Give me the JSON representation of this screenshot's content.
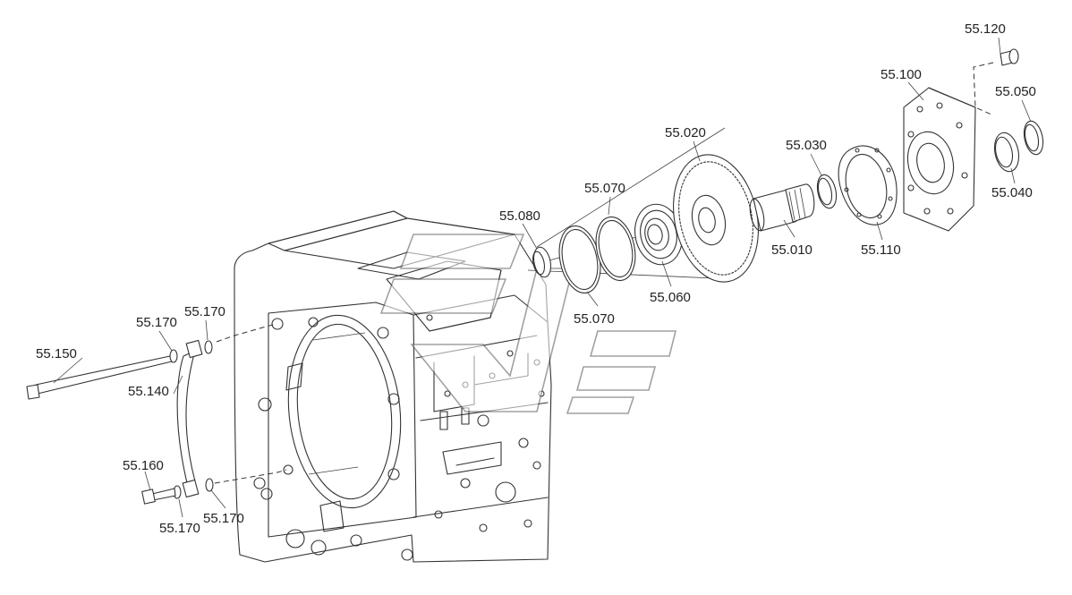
{
  "labels": {
    "l55_120": "55.120",
    "l55_100": "55.100",
    "l55_050": "55.050",
    "l55_020": "55.020",
    "l55_030": "55.030",
    "l55_070a": "55.070",
    "l55_080": "55.080",
    "l55_010": "55.010",
    "l55_110": "55.110",
    "l55_040": "55.040",
    "l55_060": "55.060",
    "l55_070b": "55.070",
    "l55_170a": "55.170",
    "l55_170b": "55.170",
    "l55_150": "55.150",
    "l55_140": "55.140",
    "l55_160": "55.160",
    "l55_170c": "55.170",
    "l55_170d": "55.170"
  }
}
